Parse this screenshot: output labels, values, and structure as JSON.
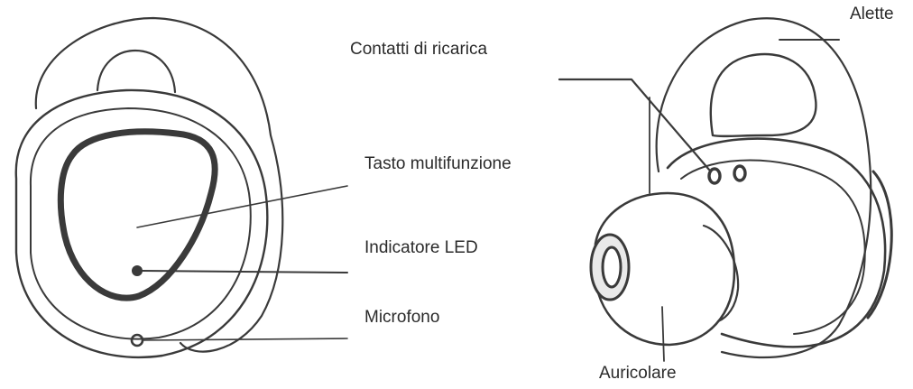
{
  "labels": {
    "multifunction_button": "Tasto multifunzione",
    "led_indicator": "Indicatore LED",
    "microphone": "Microfono",
    "charging_contacts": "Contatti di ricarica",
    "wings": "Alette",
    "earbud_tip": "Auricolare"
  },
  "colors": {
    "line": "#3a3a3a",
    "text": "#2b2b2b",
    "background": "#ffffff"
  }
}
